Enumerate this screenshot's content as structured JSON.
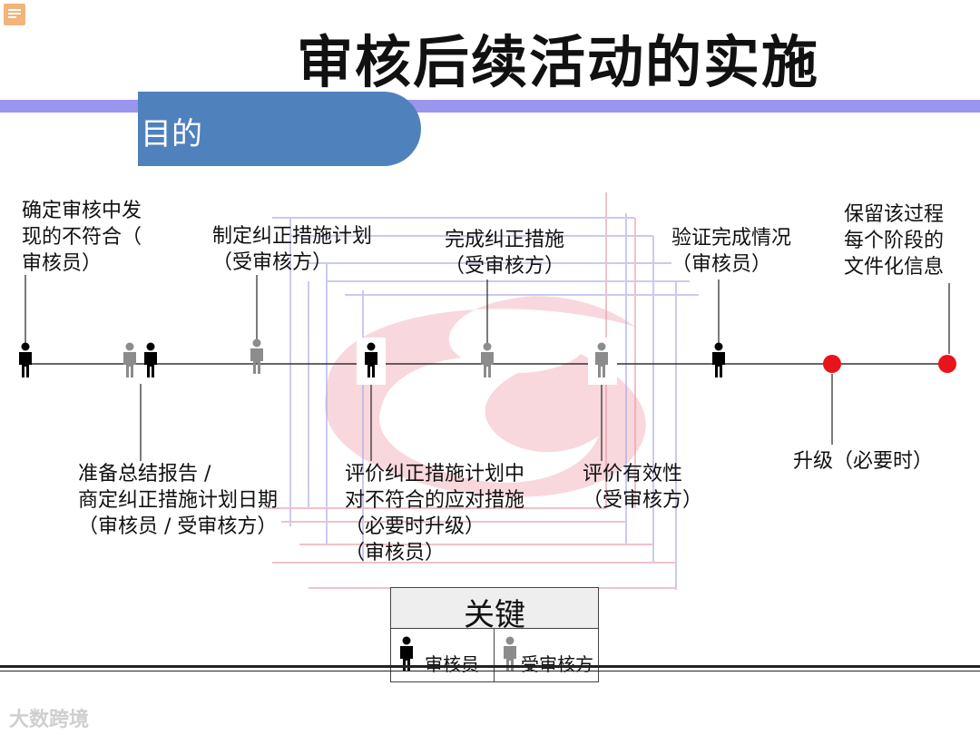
{
  "title": "审核后续活动的实施",
  "purpose_label": "目的",
  "steps_above": [
    {
      "text": "确定审核中发\n现的不符合（\n审核员）"
    },
    {
      "text": "制定纠正措施计划\n（受审核方）"
    },
    {
      "text": "完成纠正措施\n（受审核方）"
    },
    {
      "text": "验证完成情况\n（审核员）"
    },
    {
      "text": "保留该过程\n每个阶段的\n文件化信息"
    }
  ],
  "steps_below": [
    {
      "text": "准备总结报告 /\n商定纠正措施计划日期\n（审核员 / 受审核方）"
    },
    {
      "text": "评价纠正措施计划中\n对不符合的应对措施\n（必要时升级）\n（审核员）"
    },
    {
      "text": "评价有效性\n（受审核方）"
    },
    {
      "text": "升级（必要时）"
    }
  ],
  "key": {
    "title": "关键",
    "auditor_label": "审核员",
    "auditee_label": "受审核方"
  },
  "watermark": "大数跨境",
  "colors": {
    "auditor": "#000000",
    "auditee": "#8c8c8c",
    "escalation_dot": "#e8141c",
    "band": "#9a96ee",
    "tab": "#4f81bd"
  }
}
